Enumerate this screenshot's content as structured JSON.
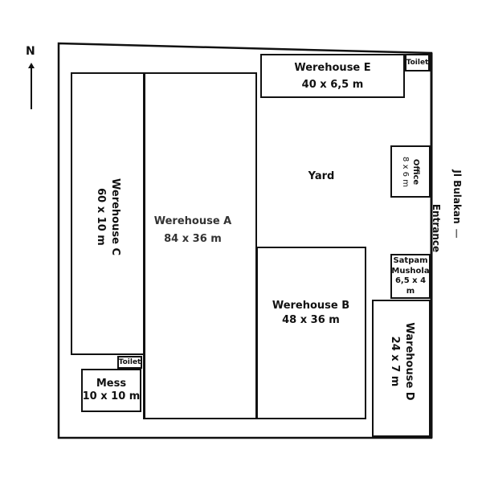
{
  "compass": {
    "label": "N",
    "icon": "north-arrow-icon"
  },
  "site": {
    "yard": {
      "label": "Yard"
    },
    "warehouse_a": {
      "name": "Werehouse A",
      "size": "84 x 36 m"
    },
    "warehouse_b": {
      "name": "Werehouse B",
      "size": "48 x 36 m"
    },
    "warehouse_c": {
      "name": "Werehouse C",
      "size": "60 x 10 m"
    },
    "warehouse_d": {
      "name": "Warehouse D",
      "size": "24 x 7 m"
    },
    "warehouse_e": {
      "name": "Werehouse E",
      "size": "40 x 6,5 m"
    },
    "office": {
      "name": "Office",
      "size": "8 x 6 m"
    },
    "satpam": {
      "name1": "Satpam",
      "name2": "Mushola",
      "size": "6,5 x 4 m"
    },
    "mess": {
      "name": "Mess",
      "size": "10 x 10 m"
    },
    "toilet_top": {
      "label": "Toilet"
    },
    "toilet_bottom": {
      "label": "Toilet"
    },
    "entrance": {
      "label": "Entrance"
    },
    "road": {
      "label": "Jl Bulakan"
    }
  }
}
